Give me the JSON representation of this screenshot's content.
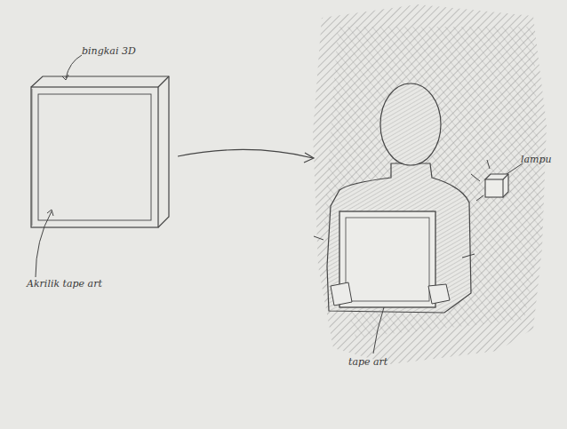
{
  "diagram": {
    "labels": [
      "bingkai 3D",
      "Akrilik tape art",
      "lampu",
      "tape art"
    ]
  }
}
